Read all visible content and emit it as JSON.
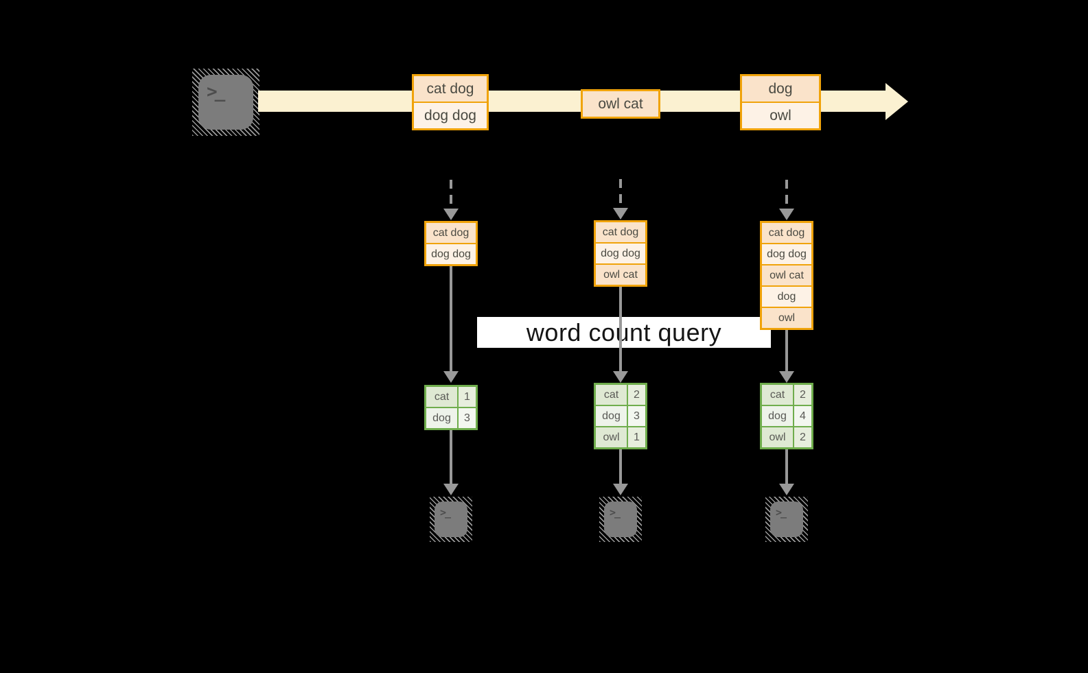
{
  "query": {
    "label": "word count query"
  },
  "source": {
    "icon": "terminal-icon",
    "prompt": ">_"
  },
  "stream": {
    "batches": [
      {
        "rows": [
          "cat dog",
          "dog dog"
        ]
      },
      {
        "rows": [
          "owl cat"
        ]
      },
      {
        "rows": [
          "dog",
          "owl"
        ]
      }
    ]
  },
  "pipelines": [
    {
      "buffer": [
        "cat dog",
        "dog dog"
      ],
      "counts": [
        {
          "word": "cat",
          "count": 1
        },
        {
          "word": "dog",
          "count": 3
        }
      ],
      "sink_prompt": ">_"
    },
    {
      "buffer": [
        "cat dog",
        "dog dog",
        "owl cat"
      ],
      "counts": [
        {
          "word": "cat",
          "count": 2
        },
        {
          "word": "dog",
          "count": 3
        },
        {
          "word": "owl",
          "count": 1
        }
      ],
      "sink_prompt": ">_"
    },
    {
      "buffer": [
        "cat dog",
        "dog dog",
        "owl cat",
        "dog",
        "owl"
      ],
      "counts": [
        {
          "word": "cat",
          "count": 2
        },
        {
          "word": "dog",
          "count": 4
        },
        {
          "word": "owl",
          "count": 2
        }
      ],
      "sink_prompt": ">_"
    }
  ],
  "colors": {
    "background": "#000000",
    "stream_band": "#FBF1D1",
    "record_border": "#F0A30A",
    "record_fill_dark": "#FAE3CA",
    "record_fill_light": "#FDF2E6",
    "table_border": "#6FAD4C",
    "table_fill_dark": "#DFE9D3",
    "table_fill_light": "#EEF3EA",
    "arrow_gray": "#999999",
    "terminal_gray": "#7C7C7C",
    "query_box": "#FFFFFF"
  }
}
